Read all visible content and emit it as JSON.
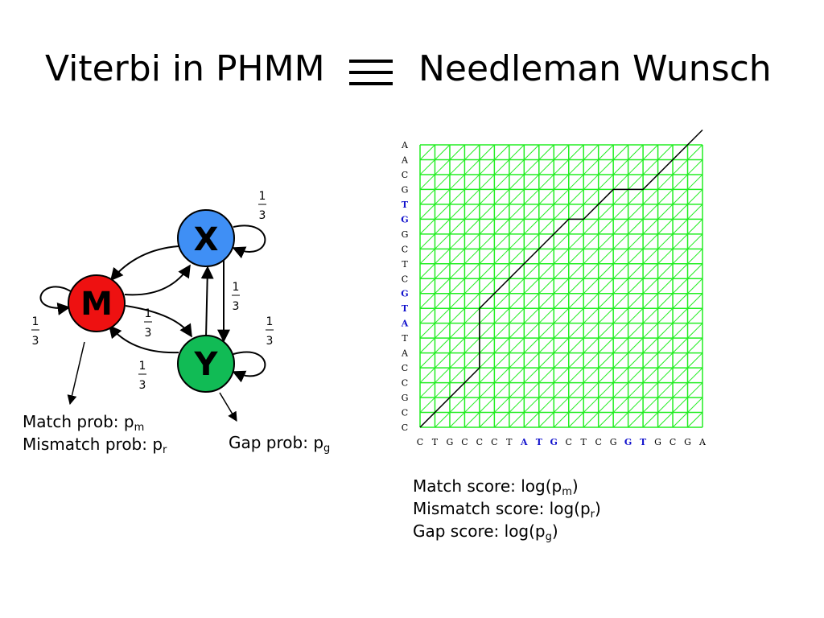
{
  "title": {
    "left": "Viterbi in PHMM",
    "right": "Needleman Wunsch"
  },
  "states": {
    "match": {
      "label": "M",
      "color": "#ee1111"
    },
    "x": {
      "label": "X",
      "color": "#3f8ff5"
    },
    "y": {
      "label": "Y",
      "color": "#11bb55"
    }
  },
  "transition_fraction": {
    "numerator": "1",
    "denominator": "3"
  },
  "hmm_notes": {
    "match_prob": {
      "text": "Match prob: p",
      "sub": "m"
    },
    "mismatch_prob": {
      "text": "Mismatch prob: p",
      "sub": "r"
    },
    "gap_prob": {
      "text": "Gap prob: p",
      "sub": "g"
    }
  },
  "nw_notes": {
    "match_score": {
      "text": "Match score: log(p",
      "sub": "m",
      "close": ")"
    },
    "mismatch_score": {
      "text": "Mismatch score: log(p",
      "sub": "r",
      "close": ")"
    },
    "gap_score": {
      "text": "Gap score: log(p",
      "sub": "g",
      "close": ")"
    }
  },
  "alignment_grid": {
    "grid_color": "#22ee22",
    "highlight_color": "#1111cc",
    "vertical_sequence": [
      "A",
      "A",
      "C",
      "G",
      "T",
      "G",
      "G",
      "C",
      "T",
      "C",
      "G",
      "T",
      "A",
      "T",
      "A",
      "C",
      "C",
      "G",
      "C",
      "C"
    ],
    "vertical_highlight": [
      false,
      false,
      false,
      false,
      true,
      true,
      false,
      false,
      false,
      false,
      true,
      true,
      true,
      false,
      false,
      false,
      false,
      false,
      false,
      false
    ],
    "horizontal_sequence": [
      "C",
      "T",
      "G",
      "C",
      "C",
      "C",
      "T",
      "A",
      "T",
      "G",
      "C",
      "T",
      "C",
      "G",
      "G",
      "T",
      "G",
      "C",
      "G",
      "A"
    ],
    "horizontal_highlight": [
      false,
      false,
      false,
      false,
      false,
      false,
      false,
      true,
      true,
      true,
      false,
      false,
      false,
      false,
      true,
      true,
      false,
      false,
      false,
      false
    ],
    "path": [
      [
        0,
        0
      ],
      [
        4,
        4
      ],
      [
        4,
        8
      ],
      [
        10,
        14
      ],
      [
        11,
        14
      ],
      [
        13,
        16
      ],
      [
        15,
        16
      ],
      [
        19,
        20
      ]
    ]
  }
}
